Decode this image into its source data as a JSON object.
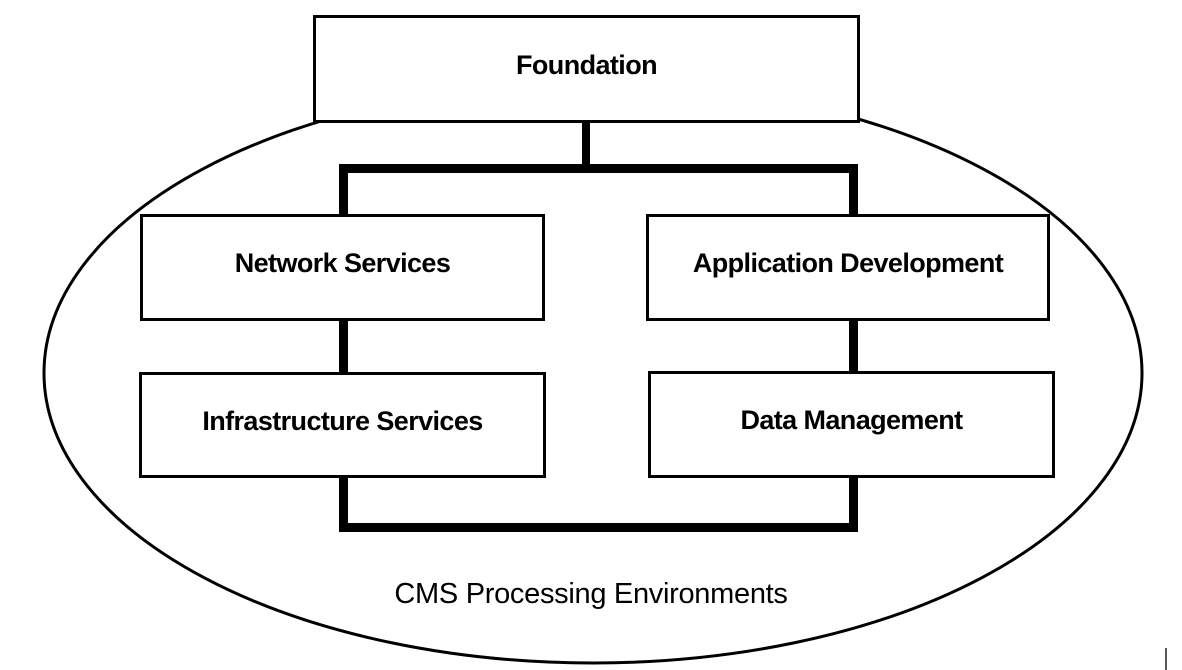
{
  "diagram": {
    "foundation": {
      "label": "Foundation"
    },
    "env_boxes": [
      {
        "id": "network-services",
        "label": "Network Services"
      },
      {
        "id": "application-development",
        "label": "Application Development"
      },
      {
        "id": "infrastructure-services",
        "label": "Infrastructure Services"
      },
      {
        "id": "data-management",
        "label": "Data Management"
      }
    ],
    "ellipse_label": "CMS Processing Environments",
    "colors": {
      "line": "#000000",
      "background": "#ffffff",
      "edge_tick": "#595959"
    }
  }
}
